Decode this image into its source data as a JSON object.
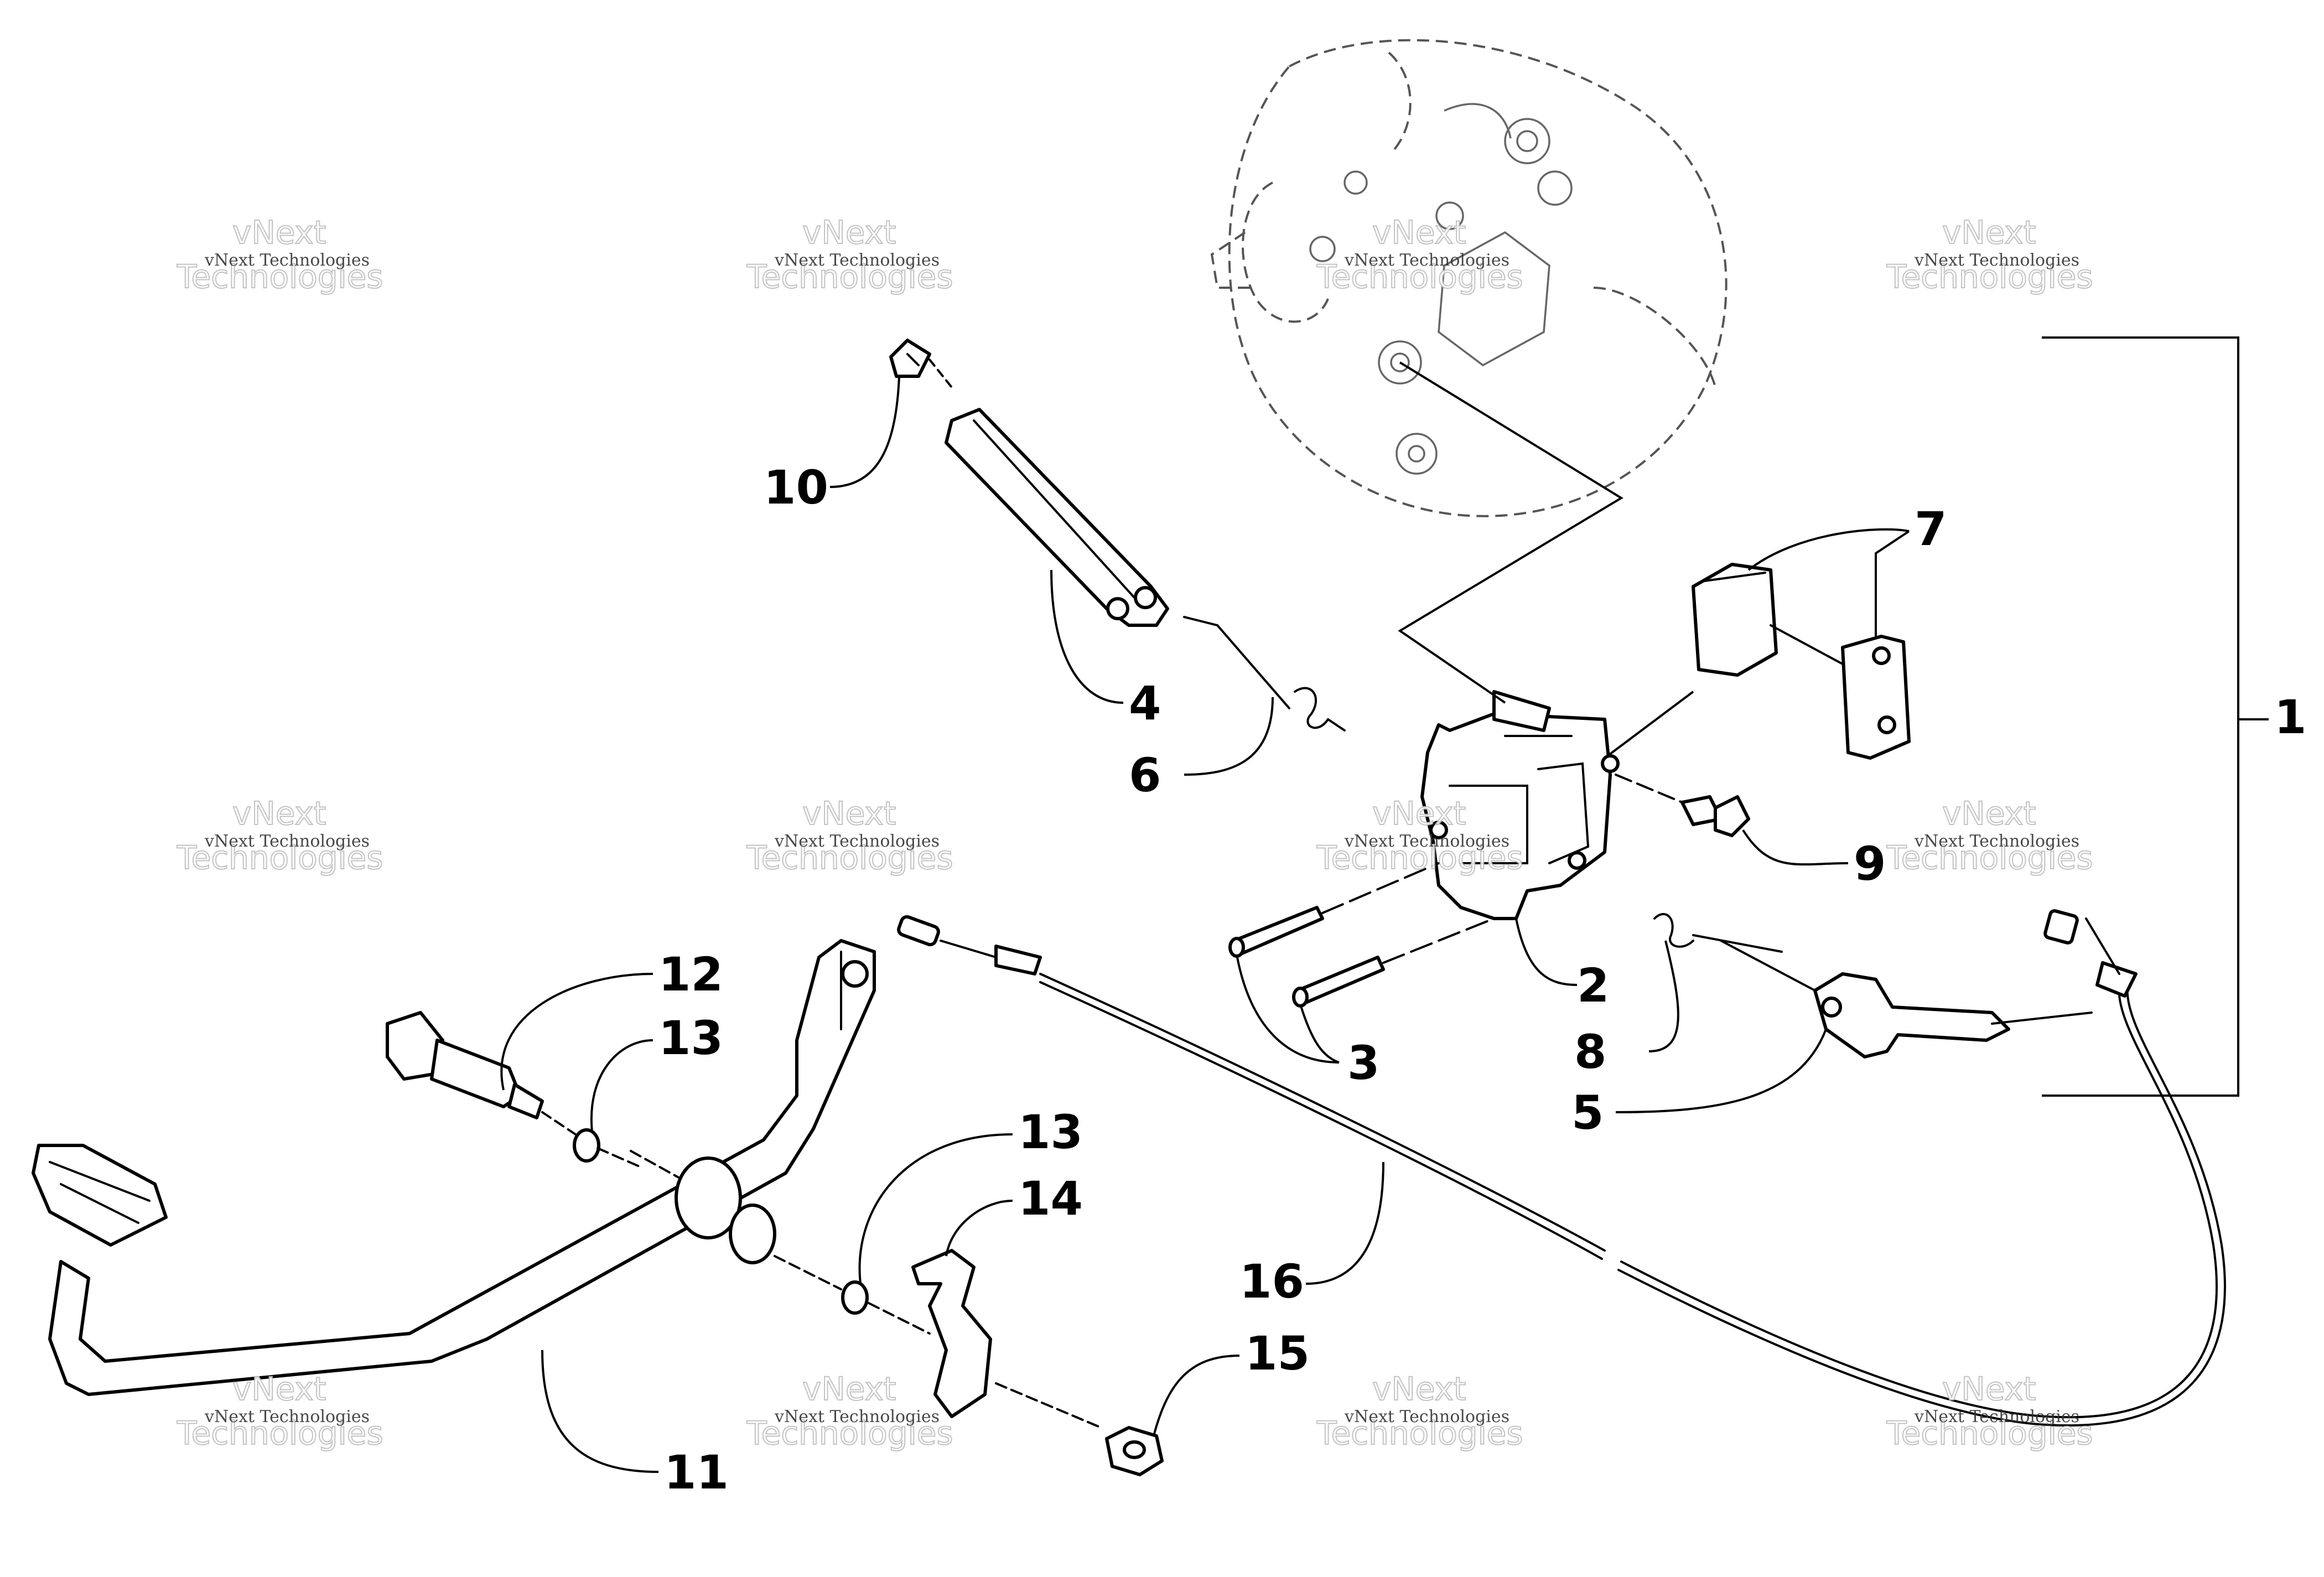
{
  "diagram": {
    "callouts": [
      {
        "id": "1",
        "label": "1"
      },
      {
        "id": "2",
        "label": "2"
      },
      {
        "id": "3",
        "label": "3"
      },
      {
        "id": "4",
        "label": "4"
      },
      {
        "id": "5",
        "label": "5"
      },
      {
        "id": "6",
        "label": "6"
      },
      {
        "id": "7",
        "label": "7"
      },
      {
        "id": "8",
        "label": "8"
      },
      {
        "id": "9",
        "label": "9"
      },
      {
        "id": "10",
        "label": "10"
      },
      {
        "id": "11",
        "label": "11"
      },
      {
        "id": "12",
        "label": "12"
      },
      {
        "id": "13a",
        "label": "13"
      },
      {
        "id": "13b",
        "label": "13"
      },
      {
        "id": "14",
        "label": "14"
      },
      {
        "id": "15",
        "label": "15"
      },
      {
        "id": "16",
        "label": "16"
      }
    ]
  },
  "watermark": {
    "line1": "vNext",
    "line2": "Technologies",
    "small": "vNext Technologies"
  }
}
